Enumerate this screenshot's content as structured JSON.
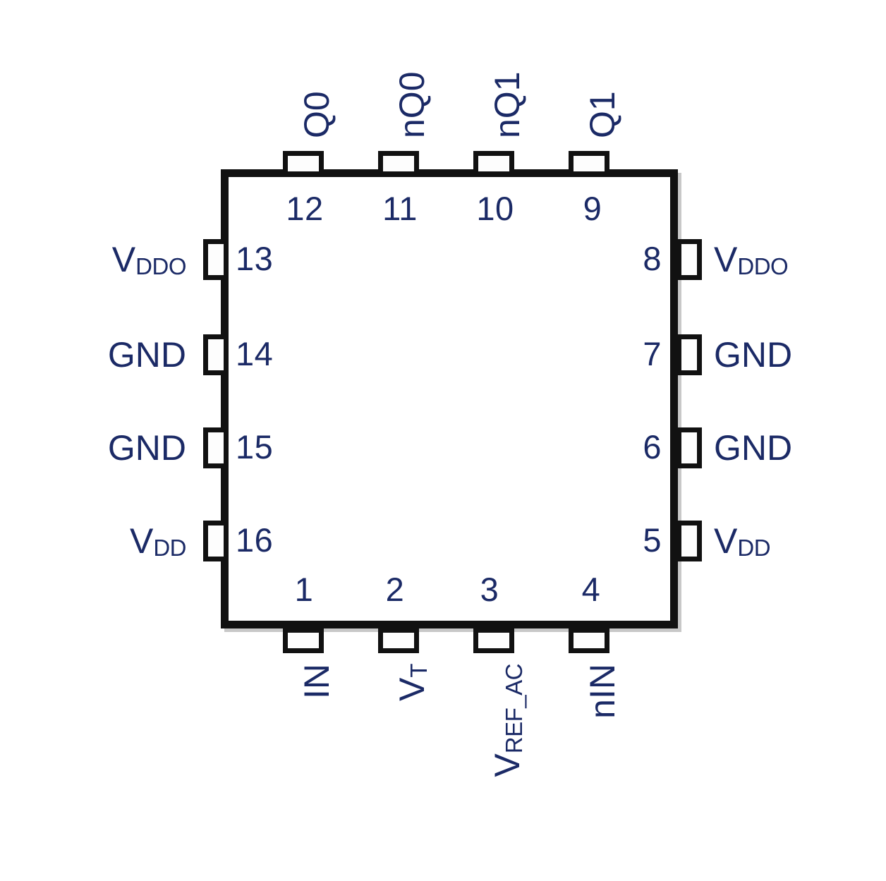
{
  "diagram": {
    "title": "16-pin IC pinout diagram",
    "package_pin_count": 16,
    "text_color": "#1b2a66",
    "outline_color": "#111111",
    "background_color": "#ffffff"
  },
  "pins": {
    "bottom": [
      {
        "number": "1",
        "label_main": "IN",
        "label_sub": ""
      },
      {
        "number": "2",
        "label_main": "V",
        "label_sub": "T"
      },
      {
        "number": "3",
        "label_main": "V",
        "label_sub": "REF_AC"
      },
      {
        "number": "4",
        "label_main": "nIN",
        "label_sub": ""
      }
    ],
    "right": [
      {
        "number": "5",
        "label_main": "V",
        "label_sub": "DD"
      },
      {
        "number": "6",
        "label_main": "GND",
        "label_sub": ""
      },
      {
        "number": "7",
        "label_main": "GND",
        "label_sub": ""
      },
      {
        "number": "8",
        "label_main": "V",
        "label_sub": "DDO"
      }
    ],
    "top": [
      {
        "number": "9",
        "label_main": "Q1",
        "label_sub": ""
      },
      {
        "number": "10",
        "label_main": "nQ1",
        "label_sub": ""
      },
      {
        "number": "11",
        "label_main": "nQ0",
        "label_sub": ""
      },
      {
        "number": "12",
        "label_main": "Q0",
        "label_sub": ""
      }
    ],
    "left": [
      {
        "number": "13",
        "label_main": "V",
        "label_sub": "DDO"
      },
      {
        "number": "14",
        "label_main": "GND",
        "label_sub": ""
      },
      {
        "number": "15",
        "label_main": "GND",
        "label_sub": ""
      },
      {
        "number": "16",
        "label_main": "V",
        "label_sub": "DD"
      }
    ]
  }
}
